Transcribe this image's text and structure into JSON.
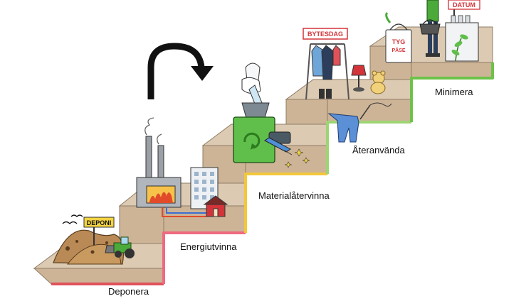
{
  "steps": [
    {
      "label": "Deponera",
      "color": "#e0525a"
    },
    {
      "label": "Energiutvinna",
      "color": "#ef6a80"
    },
    {
      "label": "Materialåtervinna",
      "color": "#f2c73a"
    },
    {
      "label": "Återanvända",
      "color": "#9fd474"
    },
    {
      "label": "Minimera",
      "color": "#6cc24a"
    }
  ],
  "signs": {
    "deponi": "DEPONI",
    "bytesdag": "BYTESDAG",
    "datum": "DATUM",
    "tyg": "TYG",
    "pase": "PÅSE"
  },
  "colors": {
    "stair_top": "#dccab2",
    "stair_riser": "#cdb497",
    "stair_outline": "#8f7c66",
    "recycler": "#5fbf4a"
  },
  "icons": [
    "curved-arrow-icon",
    "recycle-icon",
    "tractor-icon",
    "factory-icon",
    "house-icon"
  ]
}
